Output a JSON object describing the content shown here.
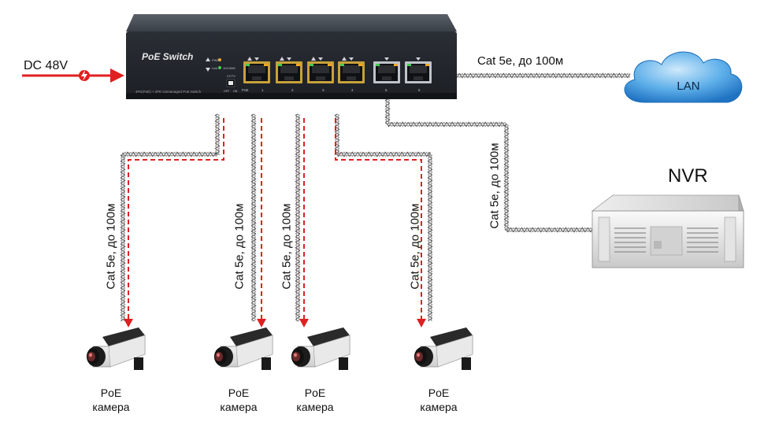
{
  "power": {
    "label": "DC 48V"
  },
  "switch": {
    "title": "PoE Switch",
    "subtitle": "4FE(PoE) + 2FE Unmanaged PoE Switch",
    "led_labels": [
      "PWR",
      "Link",
      "10/100M"
    ],
    "cctv_label": "CCTV",
    "cctv_options": [
      "OFF",
      "ON"
    ],
    "port_labels": [
      "PoE",
      "1",
      "2",
      "3",
      "4",
      "5",
      "6"
    ]
  },
  "lan": {
    "cable_label": "Cat 5e, до 100м",
    "cloud_label": "LAN"
  },
  "nvr": {
    "title": "NVR",
    "cable_label": "Cat 5e, до 100м"
  },
  "cameras": [
    {
      "cable_label": "Cat 5e, до 100м",
      "name_line1": "PoE",
      "name_line2": "камера"
    },
    {
      "cable_label": "Cat 5e, до 100м",
      "name_line1": "PoE",
      "name_line2": "камера"
    },
    {
      "cable_label": "Cat 5e, до 100м",
      "name_line1": "PoE",
      "name_line2": "камера"
    },
    {
      "cable_label": "Cat 5e, до 100м",
      "name_line1": "PoE",
      "name_line2": "камера"
    }
  ],
  "colors": {
    "power": "#e02020",
    "switch_body": "#3a3f47",
    "cloud": "#2f8fd8",
    "cable": "#555555"
  }
}
